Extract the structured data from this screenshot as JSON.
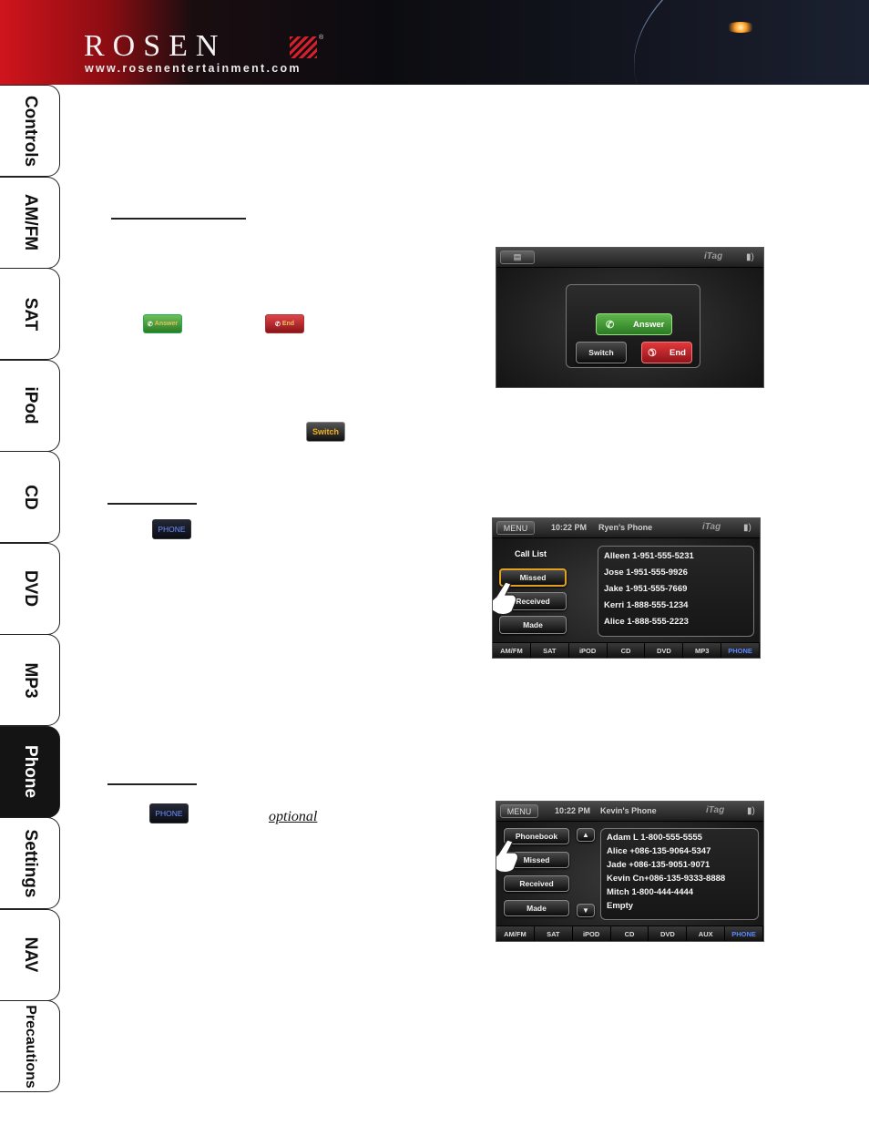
{
  "header": {
    "brand": "ROSEN",
    "registered": "®",
    "url": "www.rosenentertainment.com"
  },
  "tabs": [
    {
      "label": "Controls",
      "active": false
    },
    {
      "label": "AM/FM",
      "active": false
    },
    {
      "label": "SAT",
      "active": false
    },
    {
      "label": "iPod",
      "active": false
    },
    {
      "label": "CD",
      "active": false
    },
    {
      "label": "DVD",
      "active": false
    },
    {
      "label": "MP3",
      "active": false
    },
    {
      "label": "Phone",
      "active": true
    },
    {
      "label": "Settings",
      "active": false
    },
    {
      "label": "NAV",
      "active": false
    },
    {
      "label": "Precautions",
      "active": false
    }
  ],
  "body": {
    "inline_buttons": {
      "answer": "Answer",
      "end": "End",
      "switch": "Switch",
      "phone_1": "PHONE",
      "phone_2": "PHONE"
    },
    "optional_text": "optional"
  },
  "screen_call": {
    "mode": "iTag",
    "speaker_icon": "speaker-icon",
    "answer_label": "Answer",
    "switch_label": "Switch",
    "end_label": "End"
  },
  "screen_call_list": {
    "menu_label": "MENU",
    "time": "10:22 PM",
    "title": "Ryen's Phone",
    "mode": "iTag",
    "section_label": "Call List",
    "buttons": [
      "Missed",
      "Received",
      "Made"
    ],
    "selected_button": "Missed",
    "entries": [
      "Alleen 1-951-555-5231",
      "Jose 1-951-555-9926",
      "Jake 1-951-555-7669",
      "Kerri 1-888-555-1234",
      "Alice 1-888-555-2223"
    ],
    "bottom_tabs": [
      "AM/FM",
      "SAT",
      "iPOD",
      "CD",
      "DVD",
      "MP3",
      "PHONE"
    ],
    "active_tab": "PHONE"
  },
  "screen_phonebook": {
    "menu_label": "MENU",
    "time": "10:22 PM",
    "title": "Kevin's Phone",
    "mode": "iTag",
    "buttons": [
      "Phonebook",
      "Missed",
      "Received",
      "Made"
    ],
    "entries": [
      "Adam L 1-800-555-5555",
      "Alice +086-135-9064-5347",
      "Jade +086-135-9051-9071",
      "Kevin Cn+086-135-9333-8888",
      "Mitch 1-800-444-4444",
      "Empty"
    ],
    "bottom_tabs": [
      "AM/FM",
      "SAT",
      "iPOD",
      "CD",
      "DVD",
      "AUX",
      "PHONE"
    ],
    "active_tab": "PHONE"
  },
  "colors": {
    "brand_red": "#d0141c",
    "answer_green": "#3f9a34",
    "end_red": "#c0242a",
    "switch_orange": "#e6a21a",
    "phone_blue": "#5a86ff"
  }
}
